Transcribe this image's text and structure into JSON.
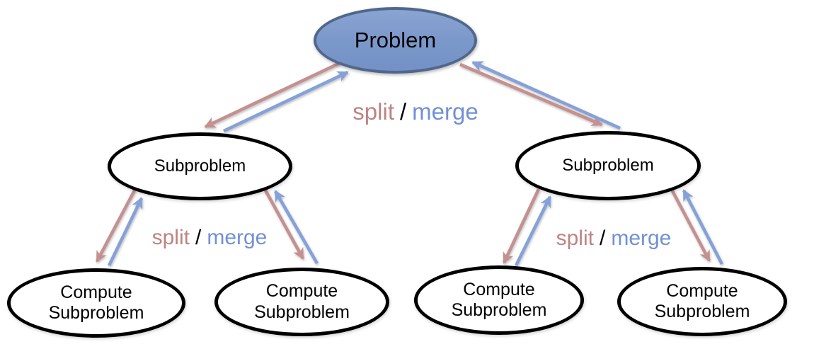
{
  "tree": {
    "root_label": "Problem",
    "subproblems": [
      "Subproblem",
      "Subproblem"
    ],
    "leaves": [
      "Compute Subproblem",
      "Compute Subproblem",
      "Compute Subproblem",
      "Compute Subproblem"
    ]
  },
  "edge_labels": [
    {
      "split": "split",
      "separator": "/",
      "merge": "merge"
    },
    {
      "split": "split",
      "separator": "/",
      "merge": "merge"
    },
    {
      "split": "split",
      "separator": "/",
      "merge": "merge"
    }
  ],
  "colors": {
    "split_arrow": "#c59090",
    "merge_arrow": "#85a1d9",
    "split_text": "#be8383",
    "merge_text": "#7290d6",
    "separator_text": "#000000",
    "problem_fill": "#7d99cb",
    "problem_border": "#50678c",
    "node_border": "#000000",
    "node_fill": "#ffffff",
    "node_text": "#000000"
  }
}
